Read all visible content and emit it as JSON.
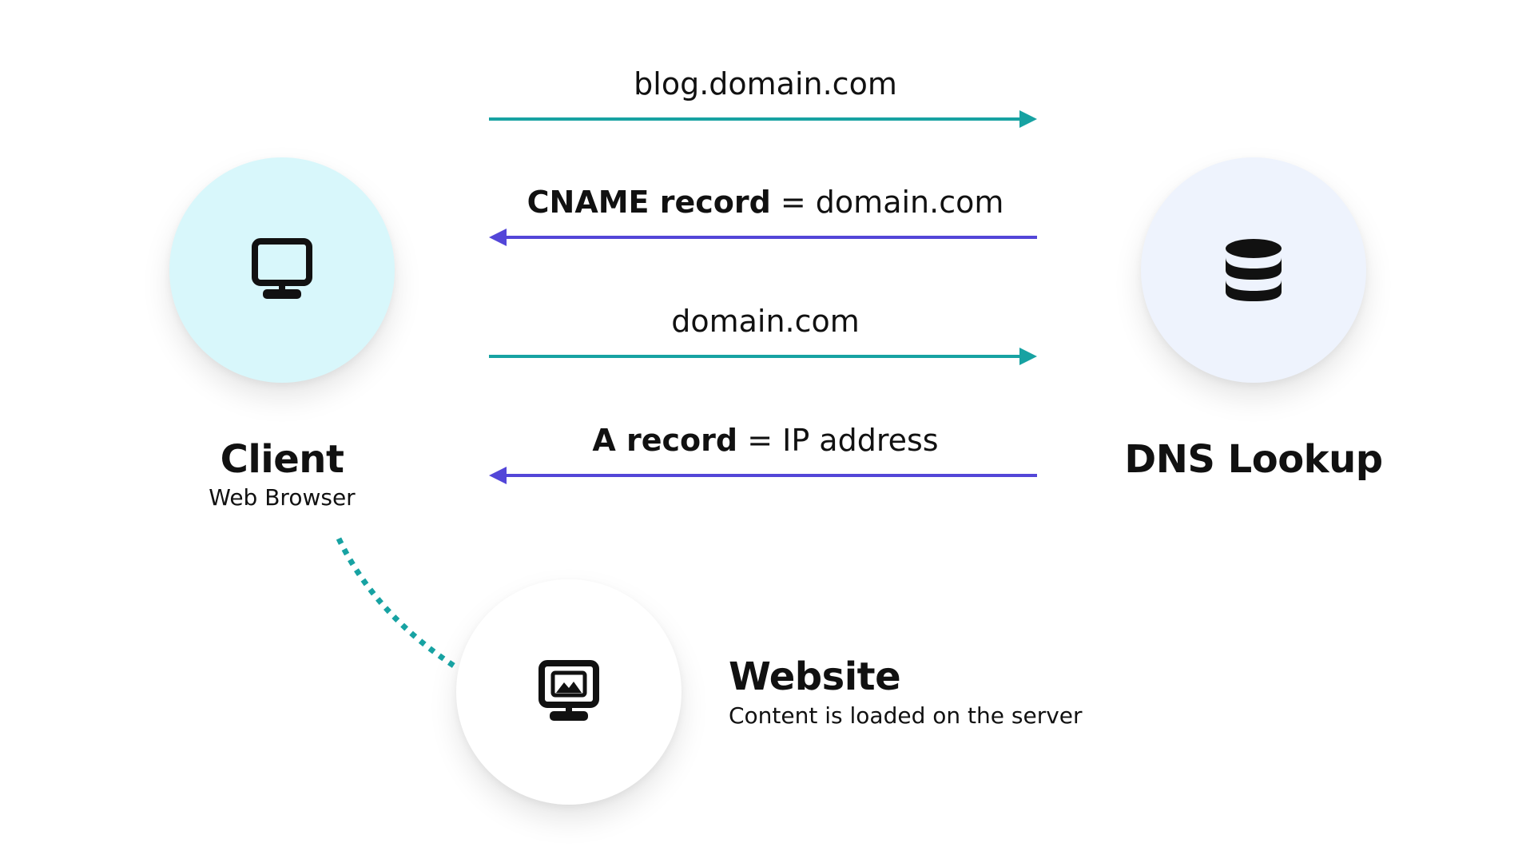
{
  "colors": {
    "request_arrow": "#17a2a2",
    "response_arrow": "#5346d8",
    "client_bg": "#d8f7fb",
    "dns_bg": "#eef3fd",
    "website_bg": "#ffffff",
    "dotted_link": "#17a2a2"
  },
  "nodes": {
    "client": {
      "title": "Client",
      "subtitle": "Web Browser",
      "icon": "monitor-icon"
    },
    "dns": {
      "title": "DNS Lookup",
      "icon": "database-icon"
    },
    "website": {
      "title": "Website",
      "subtitle": "Content is loaded on the server",
      "icon": "monitor-image-icon"
    }
  },
  "messages": [
    {
      "direction": "to-dns",
      "text": "blog.domain.com"
    },
    {
      "direction": "to-client",
      "bold": "CNAME record",
      "text": " = domain.com"
    },
    {
      "direction": "to-dns",
      "text": "domain.com"
    },
    {
      "direction": "to-client",
      "bold": "A record",
      "text": " = IP address"
    }
  ]
}
